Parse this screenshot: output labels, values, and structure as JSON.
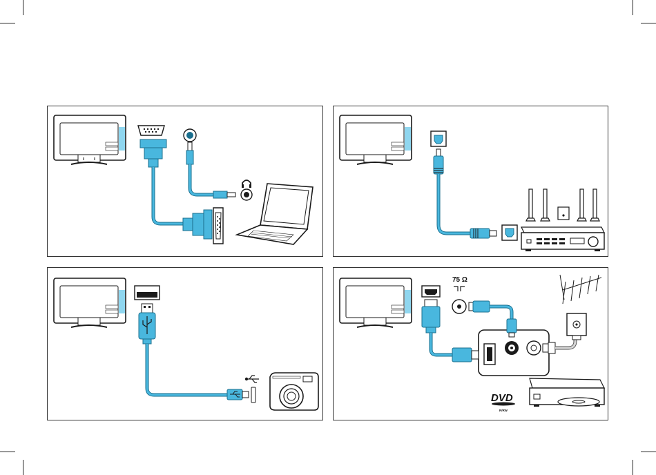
{
  "colors": {
    "cable": "#49b7de",
    "cable_dark": "#1a6f8e",
    "port_highlight": "#8fd6ef",
    "line": "#1a1a1a",
    "grey_cable": "#bdbdbd"
  },
  "panels": [
    {
      "id": "vga-audio",
      "icons": [
        "tv-icon",
        "vga-port-icon",
        "audio-jack-icon",
        "headphones-icon",
        "laptop-icon"
      ]
    },
    {
      "id": "optical",
      "icons": [
        "tv-icon",
        "optical-port-icon",
        "speakers-icon",
        "amplifier-icon"
      ]
    },
    {
      "id": "usb",
      "icons": [
        "tv-icon",
        "usb-port-icon",
        "usb-symbol-icon",
        "camera-icon"
      ]
    },
    {
      "id": "hdmi-antenna",
      "icons": [
        "tv-icon",
        "hdmi-port-icon",
        "antenna-icon",
        "wall-socket-icon",
        "dvd-recorder-icon"
      ]
    }
  ],
  "labels": {
    "antenna_impedance": "75 Ω",
    "dvd_logo": "DVD",
    "dvd_sub": "R/RW"
  }
}
